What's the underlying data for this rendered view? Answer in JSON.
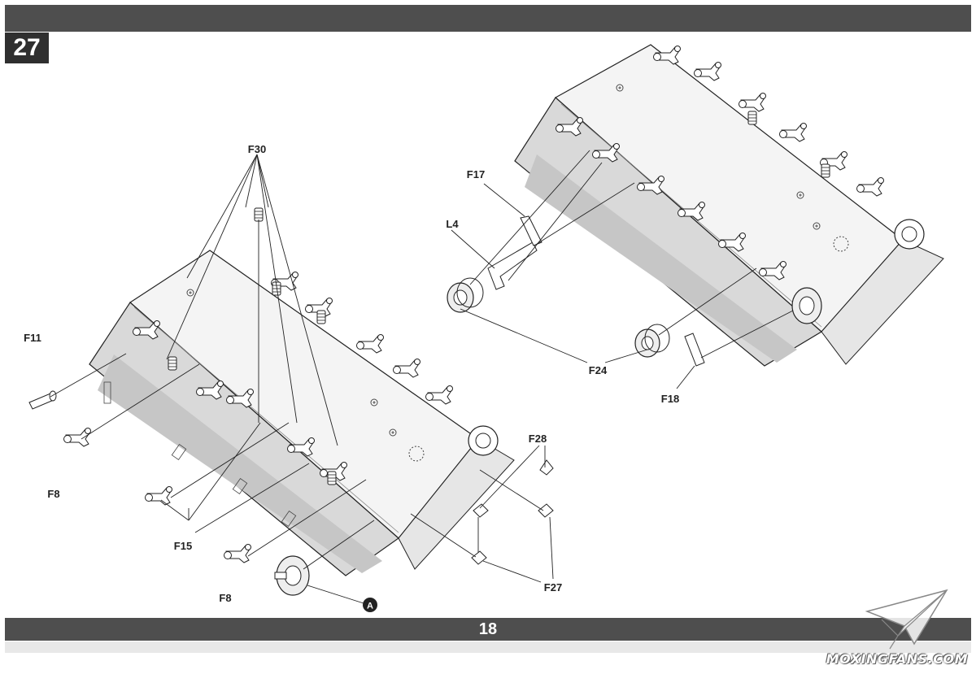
{
  "header": {
    "step_number": "27"
  },
  "footer": {
    "page_number": "18"
  },
  "watermark": {
    "text": "MOXINGFANS.COM"
  },
  "callouts": {
    "F30": "F30",
    "F11": "F11",
    "F8_top": "F8",
    "F15": "F15",
    "F8_bottom": "F8",
    "A": "A",
    "F28": "F28",
    "F27": "F27",
    "F17": "F17",
    "L4": "L4",
    "F24": "F24",
    "F18": "F18"
  }
}
